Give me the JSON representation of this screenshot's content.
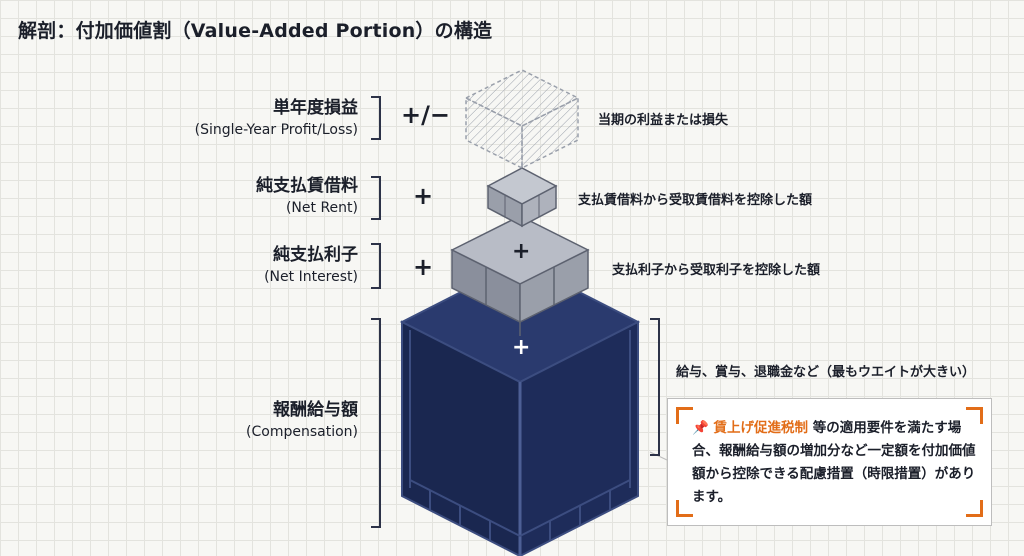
{
  "title": "解剖：付加価値割（Value-Added Portion）の構造",
  "layers": [
    {
      "id": "profit",
      "jp": "単年度損益",
      "en": "(Single-Year Profit/Loss)",
      "operator": "+/−",
      "note": "当期の利益または損失"
    },
    {
      "id": "rent",
      "jp": "純支払賃借料",
      "en": "(Net Rent)",
      "operator": "+",
      "note": "支払賃借料から受取賃借料を控除した額"
    },
    {
      "id": "interest",
      "jp": "純支払利子",
      "en": "(Net Interest)",
      "operator": "+",
      "note": "支払利子から受取利子を控除した額"
    },
    {
      "id": "compensation",
      "jp": "報酬給与額",
      "en": "(Compensation)",
      "operator": "",
      "note": "給与、賞与、退職金など（最もウエイトが大きい）"
    }
  ],
  "block_plus": "+",
  "callout": {
    "icon": "pushpin-icon",
    "highlight": "賃上げ促進税制",
    "text": " 等の適用要件を満たす場合、報酬給与額の増加分など一定額を付加価値額から控除できる配慮措置（時限措置）があります。"
  },
  "colors": {
    "navy": "#1c2a55",
    "navy_edge": "#3c4d80",
    "gray": "#8a8f9c",
    "gray_light": "#b8bcc6",
    "accent": "#e26d18"
  }
}
